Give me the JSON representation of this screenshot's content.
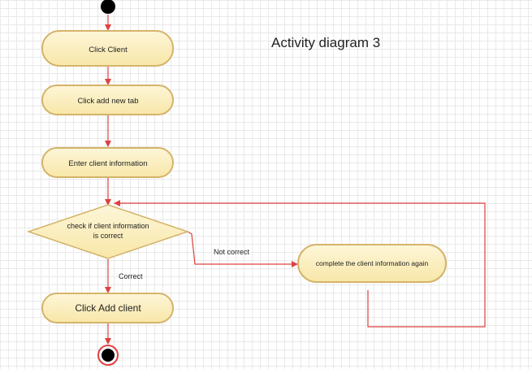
{
  "title": "Activity diagram 3",
  "nodes": {
    "click_client": "Click Client",
    "click_add_new_tab": "Click add new tab",
    "enter_client_information": "Enter client information",
    "decision_line1": "check if client information",
    "decision_line2": "is correct",
    "complete_again": "complete the client information again",
    "click_add_client": "Click Add client"
  },
  "edges": {
    "not_correct": "Not correct",
    "correct": "Correct"
  },
  "colors": {
    "node_fill": "#fbefc0",
    "node_stroke": "#d4b36a",
    "arrow": "#e04040",
    "terminal": "#000000"
  }
}
